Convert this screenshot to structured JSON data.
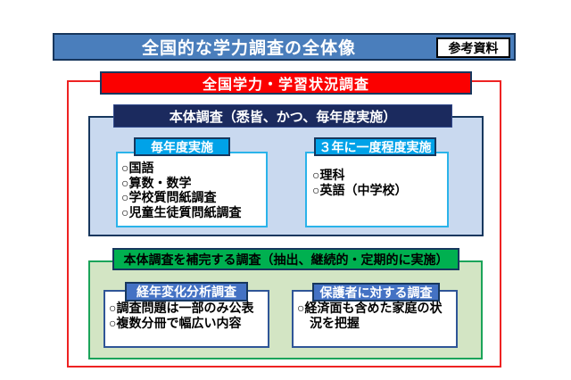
{
  "header": {
    "title": "全国的な学力調査の全体像",
    "ref_label": "参考資料"
  },
  "survey": {
    "title": "全国学力・学習状況調査",
    "main": {
      "header": "本体調査（悉皆、かつ、毎年度実施）",
      "boxes": [
        {
          "header": "毎年度実施",
          "items": [
            "○国語",
            "○算数・数学",
            "○学校質問紙調査",
            "○児童生徒質問紙調査"
          ]
        },
        {
          "header": "３年に一度程度実施",
          "items": [
            "○理科",
            "○英語（中学校）"
          ]
        }
      ]
    },
    "supplement": {
      "header": "本体調査を補完する調査（抽出、継続的・定期的に実施）",
      "boxes": [
        {
          "header": "経年変化分析調査",
          "items": [
            "○調査問題は一部のみ公表",
            "○複数分冊で幅広い内容"
          ]
        },
        {
          "header": "保護者に対する調査",
          "items": [
            "○経済面も含めた家庭の状況を把握"
          ]
        }
      ]
    }
  },
  "colors": {
    "title_bar": "#4a7ebc",
    "title_bar_border": "#17365d",
    "red": "#fb0000",
    "navy": "#1b2a5e",
    "light_blue_bg": "#c9d9ef",
    "cyan_border": "#2ab3ea",
    "bright_blue_tag": "#00a2e8",
    "green": "#00b050",
    "light_green_bg": "#d3e5c4",
    "green_border": "#1ba45a",
    "blue_tag": "#4472c4",
    "navy_box_border": "#2f5597"
  }
}
